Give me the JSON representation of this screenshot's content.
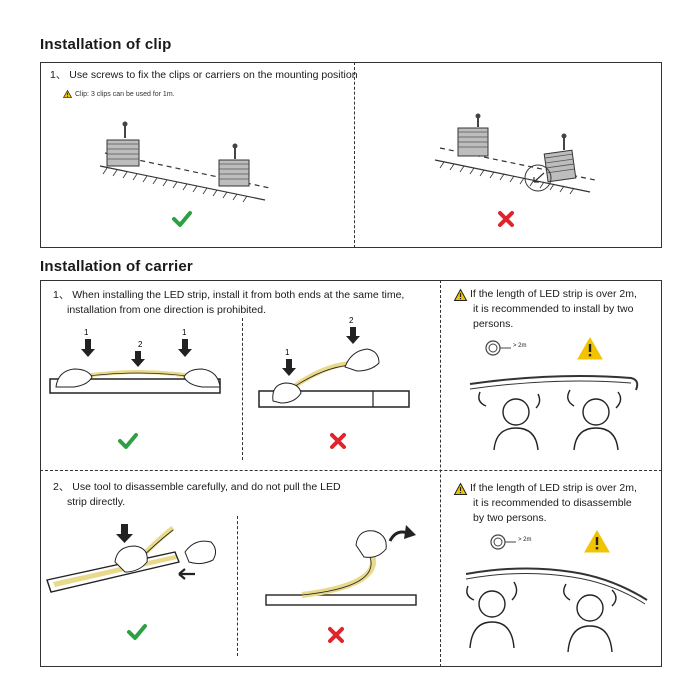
{
  "clip_section": {
    "title": "Installation of clip",
    "step1": "1、 Use screws to fix the clips or carriers on the mounting position",
    "note": "Clip: 3 clips can be used for 1m."
  },
  "carrier_section": {
    "title": "Installation of carrier",
    "step1_line1": "1、 When installing the LED strip, install it from both ends at the same time,",
    "step1_line2": "installation from one direction is prohibited.",
    "label_1": "1",
    "label_2": "2",
    "warn1_line1": "If the length of LED strip is over 2m,",
    "warn1_line2": "it is recommended to install by two",
    "warn1_line3": "persons.",
    "reel_label": "> 2m",
    "step2_line1": "2、 Use tool to disassemble carefully, and do not pull the LED",
    "step2_line2": "strip directly.",
    "warn2_line1": "If the length of LED strip is over 2m,",
    "warn2_line2": "it is recommended to disassemble",
    "warn2_line3": "by two persons."
  },
  "colors": {
    "correct": "#2ea043",
    "wrong": "#e0242b",
    "warning": "#f2c300",
    "strip": "#e9d98a"
  },
  "icons": [
    "check-icon",
    "cross-icon",
    "warning-icon",
    "arrow-down-icon",
    "screw-icon",
    "clip-icon",
    "hand-icon",
    "person-icon",
    "reel-icon"
  ]
}
